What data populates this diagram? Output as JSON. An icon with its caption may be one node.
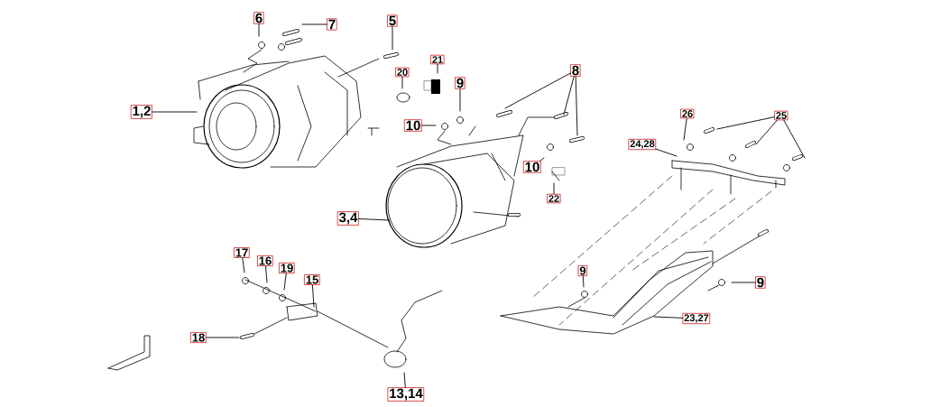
{
  "diagram": {
    "nodes": [
      {
        "text": [
          "6"
        ]
      },
      {
        "text": [
          "7"
        ]
      },
      {
        "text": [
          "5"
        ]
      },
      {
        "text": [
          "1,2"
        ]
      },
      {
        "text": [
          "21"
        ]
      },
      {
        "text": [
          "20"
        ]
      },
      {
        "text": [
          "9"
        ]
      },
      {
        "text": [
          "10"
        ]
      },
      {
        "text": [
          "8"
        ]
      },
      {
        "text": [
          "10"
        ]
      },
      {
        "text": [
          "22"
        ]
      },
      {
        "text": [
          "3,4"
        ]
      },
      {
        "text": [
          "26"
        ]
      },
      {
        "text": [
          "25"
        ]
      },
      {
        "text": [
          "24,28"
        ]
      },
      {
        "text": [
          "17"
        ]
      },
      {
        "text": [
          "16"
        ]
      },
      {
        "text": [
          "19"
        ]
      },
      {
        "text": [
          "15"
        ]
      },
      {
        "text": [
          "18"
        ]
      },
      {
        "text": [
          "13,14"
        ]
      },
      {
        "text": [
          "9"
        ]
      },
      {
        "text": [
          "9"
        ]
      },
      {
        "text": [
          "23,27"
        ]
      }
    ],
    "edges": [
      {
        "from": 0,
        "to": null,
        "arrow": "none"
      },
      {
        "from": 1,
        "to": null,
        "arrow": "none"
      },
      {
        "from": 2,
        "to": null,
        "arrow": "none"
      },
      {
        "from": 3,
        "to": null,
        "arrow": "none"
      },
      {
        "from": 4,
        "to": null,
        "arrow": "none"
      },
      {
        "from": 5,
        "to": null,
        "arrow": "none"
      },
      {
        "from": 6,
        "to": null,
        "arrow": "none"
      },
      {
        "from": 7,
        "to": null,
        "arrow": "none"
      },
      {
        "from": 8,
        "to": null,
        "arrow": "none"
      },
      {
        "from": 8,
        "to": null,
        "arrow": "none"
      },
      {
        "from": 8,
        "to": null,
        "arrow": "none"
      },
      {
        "from": 9,
        "to": null,
        "arrow": "none"
      },
      {
        "from": 10,
        "to": null,
        "arrow": "none"
      },
      {
        "from": 11,
        "to": null,
        "arrow": "none"
      },
      {
        "from": 12,
        "to": null,
        "arrow": "none"
      },
      {
        "from": 13,
        "to": null,
        "arrow": "none"
      },
      {
        "from": 13,
        "to": null,
        "arrow": "none"
      },
      {
        "from": 13,
        "to": null,
        "arrow": "none"
      },
      {
        "from": 14,
        "to": null,
        "arrow": "none"
      },
      {
        "from": 15,
        "to": null,
        "arrow": "none"
      },
      {
        "from": 16,
        "to": null,
        "arrow": "none"
      },
      {
        "from": 17,
        "to": null,
        "arrow": "none"
      },
      {
        "from": 18,
        "to": null,
        "arrow": "none"
      },
      {
        "from": 19,
        "to": null,
        "arrow": "none"
      },
      {
        "from": 20,
        "to": null,
        "arrow": "none"
      },
      {
        "from": 21,
        "to": null,
        "arrow": "none"
      },
      {
        "from": 22,
        "to": null,
        "arrow": "none"
      },
      {
        "from": 23,
        "to": null,
        "arrow": "none"
      }
    ]
  }
}
